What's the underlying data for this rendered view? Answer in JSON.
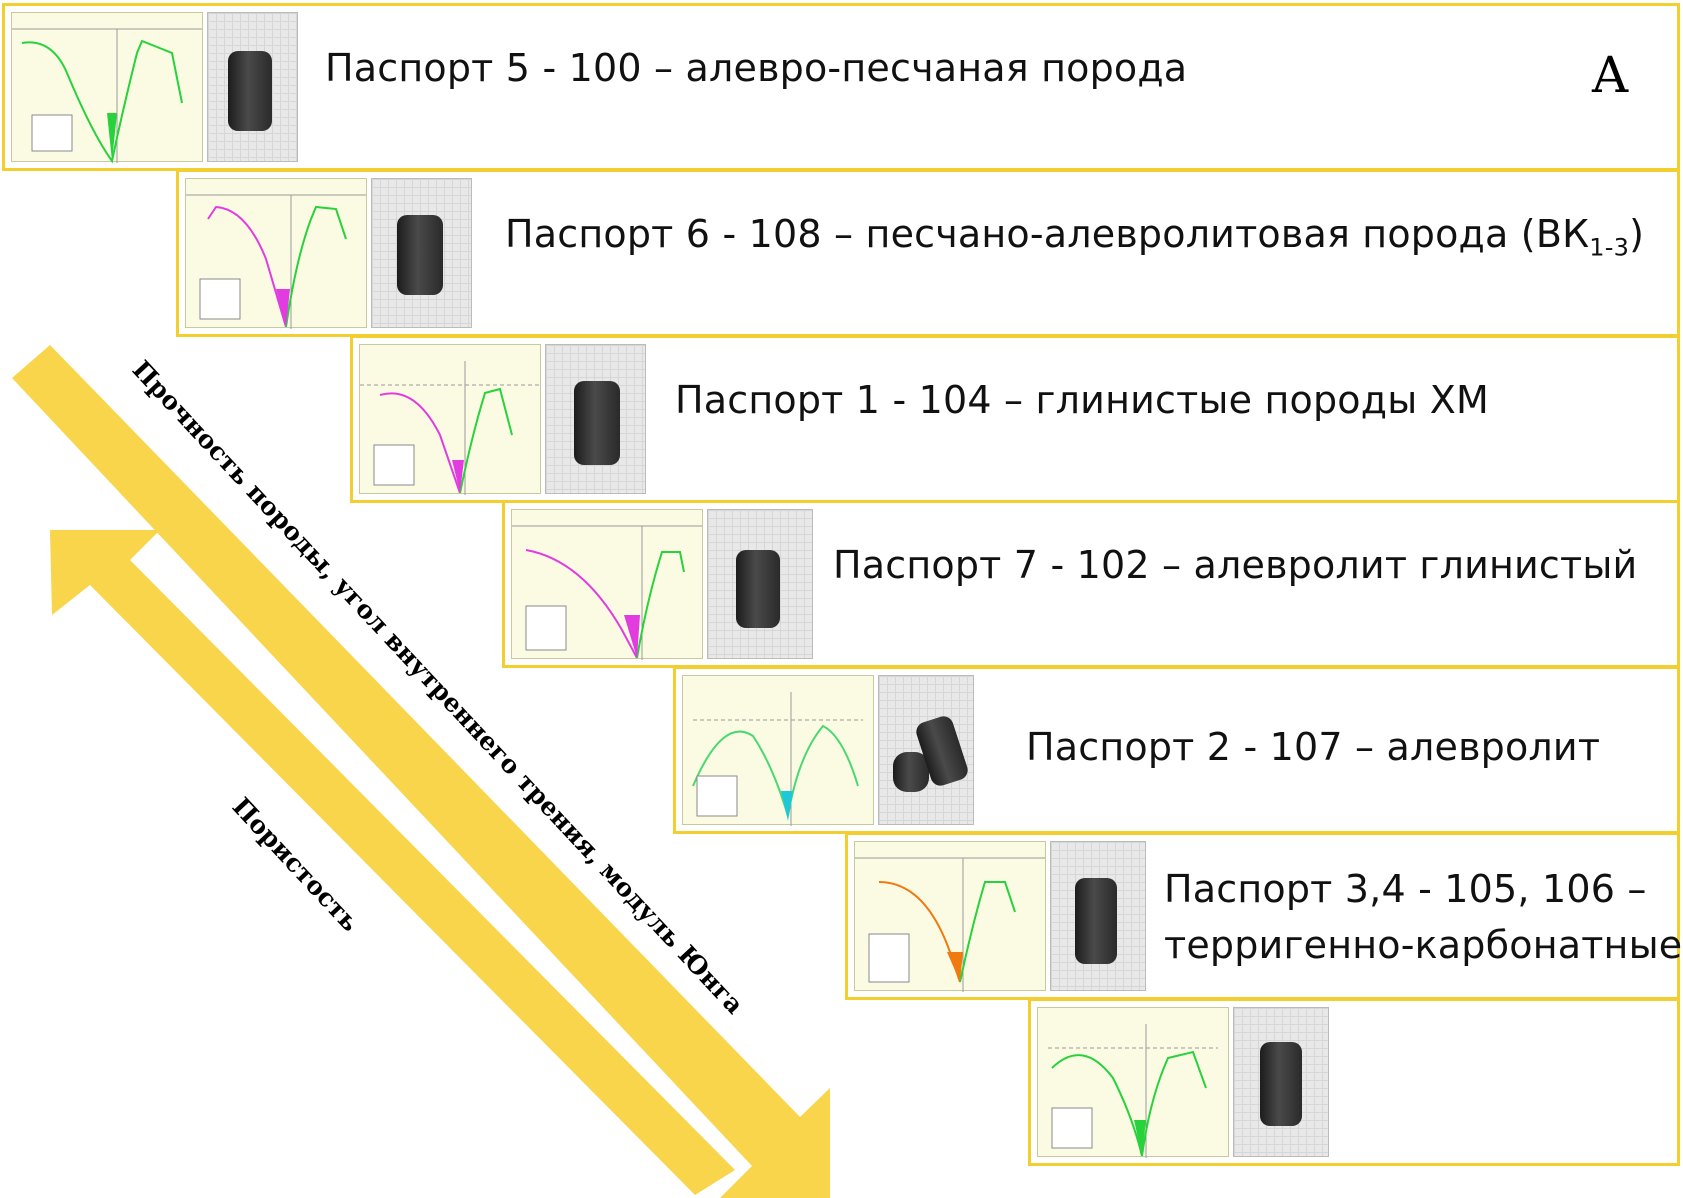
{
  "panel_letter": "А",
  "colors": {
    "border": "#f2cf2e",
    "arrow": "#f8d54a",
    "curve_green": "#28d23c",
    "curve_magenta": "#e23ce0",
    "curve_cyan": "#1ec8d8",
    "curve_orange": "#f07a10"
  },
  "passports": [
    {
      "label": "Паспорт 5 - 100 – алевро-песчаная порода",
      "curve_color": "green"
    },
    {
      "label": "Паспорт 6 - 108 – песчано-алевролитовая порода (ВК",
      "sub": "1-3",
      "suffix": ")",
      "curve_color": "magenta"
    },
    {
      "label": "Паспорт 1 - 104 – глинистые породы ХМ",
      "curve_color": "magenta"
    },
    {
      "label": "Паспорт 7 - 102 – алевролит глинистый",
      "curve_color": "magenta"
    },
    {
      "label": "Паспорт 2 - 107 – алевролит",
      "curve_color": "cyan"
    },
    {
      "label": "Паспорт 3,4 - 105, 106 –",
      "label_line2": "терригенно-карбонатные",
      "curve_color": "orange"
    },
    {
      "label": "",
      "curve_color": "green"
    }
  ],
  "arrows": {
    "down": {
      "label": "Прочность породы, угол внутреннего трения, модуль Юнга",
      "direction": "down-right"
    },
    "up": {
      "label": "Пористость",
      "direction": "up-left"
    }
  }
}
